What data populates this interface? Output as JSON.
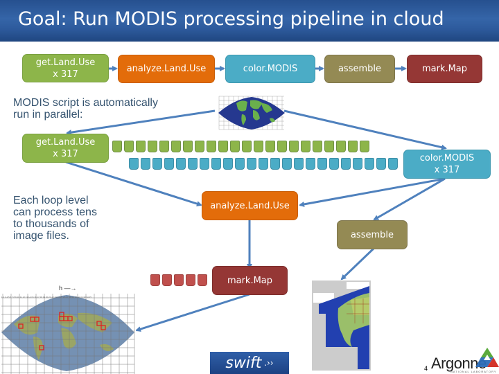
{
  "slide": {
    "title": "Goal: Run MODIS processing pipeline in cloud",
    "page_number": "4"
  },
  "pipeline": {
    "steps": [
      {
        "label": "get.Land.Use",
        "sub": "x 317",
        "color": "#8db54a"
      },
      {
        "label": "analyze.Land.Use",
        "sub": "",
        "color": "#e36c0a"
      },
      {
        "label": "color.MODIS",
        "sub": "",
        "color": "#4bacc6"
      },
      {
        "label": "assemble",
        "sub": "",
        "color": "#948a54"
      },
      {
        "label": "mark.Map",
        "sub": "",
        "color": "#953735"
      }
    ]
  },
  "text": {
    "parallel_note": "MODIS script is automatically\nrun in parallel:",
    "loop_note": "Each loop level\ncan process tens\nto thousands of\nimage files."
  },
  "diagram": {
    "getlanduse": {
      "label": "get.Land.Use",
      "sub": "x 317"
    },
    "colormodis": {
      "label": "color.MODIS",
      "sub": "x 317"
    },
    "analyzelanduse": {
      "label": "analyze.Land.Use"
    },
    "assemble": {
      "label": "assemble"
    },
    "markmap": {
      "label": "mark.Map"
    },
    "green_task_count": 22,
    "blue_task_count": 23,
    "red_task_count": 5
  },
  "images": {
    "small_globe": "modis-globe-thumbnail",
    "world_map": "world-map-with-marked-tiles",
    "world_map_axis_label": "h —→",
    "mosaic": "assembled-north-america-mosaic"
  },
  "logos": {
    "swift": "swift",
    "argonne": "Argonne",
    "argonne_sub": "NATIONAL LABORATORY"
  },
  "colors": {
    "title_bar": "#2d5a9c",
    "arrow": "#4f81bd",
    "body_text": "#35536f"
  }
}
